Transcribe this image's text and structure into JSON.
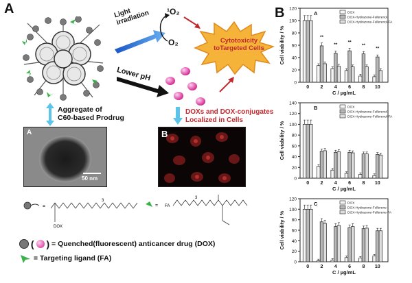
{
  "panelA": {
    "letter": "A",
    "light_label_1": "Light",
    "light_label_2": "irradiation",
    "singlet_oxygen": "¹O₂",
    "oxygen": "O₂",
    "lower_ph": "Lower pH",
    "cytotoxicity": "Cytotoxicity toTargeted Cells",
    "aggregate_1": "Aggregate of",
    "aggregate_2": "C60-based Prodrug",
    "dox_localized_1": "DOXs and DOX-conjugates",
    "dox_localized_2": "Localized in Cells",
    "tem_letter": "A",
    "tem_scale": "50 nm",
    "fluor_letter": "B",
    "struct_dox": "DOX",
    "struct_fa": "FA",
    "struct_n": "3",
    "struct_n2": "3",
    "legend_dox": "= Quenched(fluorescent) anticancer drug (DOX)",
    "legend_fa": "= Targeting ligand (FA)"
  },
  "panelB": {
    "letter": "B"
  },
  "chart_data": [
    {
      "type": "bar",
      "panel": "A",
      "ylabel": "Cell viability / %",
      "xlabel": "C / µg/mL",
      "categories": [
        "0",
        "2",
        "4",
        "6",
        "8",
        "10"
      ],
      "ylim": [
        0,
        120
      ],
      "yticks": [
        0,
        20,
        40,
        60,
        80,
        100,
        120
      ],
      "series": [
        {
          "name": "DOX",
          "values": [
            100,
            27,
            22,
            19,
            10,
            9
          ]
        },
        {
          "name": "DOX-Hydrazone-Fullerenol",
          "values": [
            100,
            59,
            47,
            51,
            46,
            41
          ]
        },
        {
          "name": "DOX-Hydrazone-Fullerenol-FA",
          "values": [
            100,
            30,
            26,
            25,
            25,
            19
          ]
        }
      ],
      "annotations": [
        "**",
        "**",
        "**",
        "**",
        "**"
      ]
    },
    {
      "type": "bar",
      "panel": "B",
      "ylabel": "Cell viability / %",
      "xlabel": "C / µg/mL",
      "categories": [
        "0",
        "2",
        "4",
        "6",
        "8",
        "10"
      ],
      "ylim": [
        0,
        140
      ],
      "yticks": [
        0,
        20,
        40,
        60,
        80,
        100,
        120,
        140
      ],
      "series": [
        {
          "name": "DOX",
          "values": [
            100,
            22,
            15,
            9,
            7,
            5
          ]
        },
        {
          "name": "DOX-Hydrazone-Fullerenol",
          "values": [
            100,
            50,
            48,
            48,
            45,
            44
          ]
        },
        {
          "name": "DOX-Hydrazone-Fullerenol-FA",
          "values": [
            100,
            51,
            49,
            47,
            45,
            43
          ]
        }
      ]
    },
    {
      "type": "bar",
      "panel": "C",
      "ylabel": "Cell viability / %",
      "xlabel": "C / µg/mL",
      "categories": [
        "0",
        "2",
        "4",
        "6",
        "8",
        "10"
      ],
      "ylim": [
        0,
        120
      ],
      "yticks": [
        0,
        20,
        40,
        60,
        80,
        100,
        120
      ],
      "series": [
        {
          "name": "DOX",
          "values": [
            100,
            2,
            3,
            8,
            7,
            11
          ]
        },
        {
          "name": "DOX-Hydrazone-Fullerene",
          "values": [
            100,
            76,
            67,
            65,
            63,
            59
          ]
        },
        {
          "name": "DOX-Hydrazone-Fullerene-FA",
          "values": [
            100,
            73,
            69,
            67,
            64,
            59
          ]
        }
      ]
    }
  ]
}
